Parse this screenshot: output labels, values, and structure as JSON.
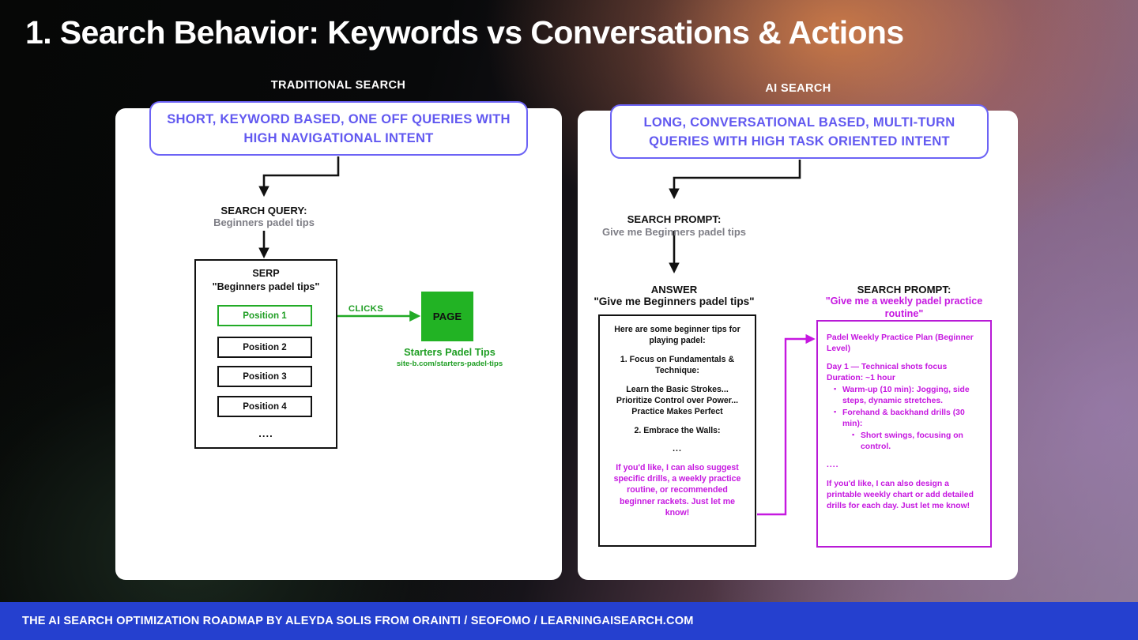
{
  "slide": {
    "title": "1. Search Behavior: Keywords vs Conversations & Actions",
    "footer": "THE AI SEARCH OPTIMIZATION ROADMAP BY ALEYDA SOLIS FROM ORAINTI / SEOFOMO / LEARNINGAISEARCH.COM",
    "accent_purple": "#6259f0",
    "accent_green": "#1f9e24",
    "accent_magenta": "#c618e0",
    "footer_blue": "#2540cf"
  },
  "left_panel": {
    "section_label": "TRADITIONAL SEARCH",
    "pill": "SHORT, KEYWORD BASED, ONE OFF QUERIES WITH HIGH NAVIGATIONAL INTENT",
    "query_label": "SEARCH QUERY:",
    "query_value": "Beginners padel tips",
    "serp_label": "SERP",
    "serp_query": "\"Beginners padel tips\"",
    "positions": [
      "Position 1",
      "Position 2",
      "Position 3",
      "Position 4"
    ],
    "serp_ellipsis": "....",
    "clicks_label": "CLICKS",
    "page_box_label": "PAGE",
    "page_title": "Starters Padel Tips",
    "page_url": "site-b.com/starters-padel-tips"
  },
  "right_panel": {
    "section_label": "AI SEARCH",
    "pill": "LONG, CONVERSATIONAL BASED, MULTI-TURN QUERIES WITH HIGH TASK ORIENTED INTENT",
    "prompt_label": "SEARCH PROMPT:",
    "prompt_value": "Give me Beginners padel tips",
    "answer_label": "ANSWER",
    "answer_query": "\"Give me Beginners padel tips\"",
    "answer_lines": [
      "Here are some beginner tips for playing padel:",
      "1. Focus on Fundamentals & Technique:",
      "Learn the Basic Strokes... Prioritize Control over Power... Practice Makes Perfect",
      "2. Embrace the Walls:"
    ],
    "answer_dots": "...",
    "answer_followup": "If you'd like, I can also suggest specific drills, a weekly practice routine, or recommended beginner rackets. Just let me know!",
    "second_prompt_label": "SEARCH PROMPT:",
    "second_prompt_value": "\"Give me a weekly padel practice routine\"",
    "plan": {
      "heading": "Padel Weekly Practice Plan (Beginner Level)",
      "day_line": "Day 1 — Technical shots focus",
      "duration_line": "Duration: ~1 hour",
      "bullets": [
        {
          "text": "Warm-up (10 min): Jogging, side steps, dynamic stretches.",
          "sub": []
        },
        {
          "text": "Forehand & backhand drills (30 min):",
          "sub": [
            "Short swings, focusing on control."
          ]
        }
      ],
      "dots": "....",
      "followup": "If you'd like, I can also design a printable weekly chart or add detailed drills for each day. Just let me know!"
    }
  }
}
